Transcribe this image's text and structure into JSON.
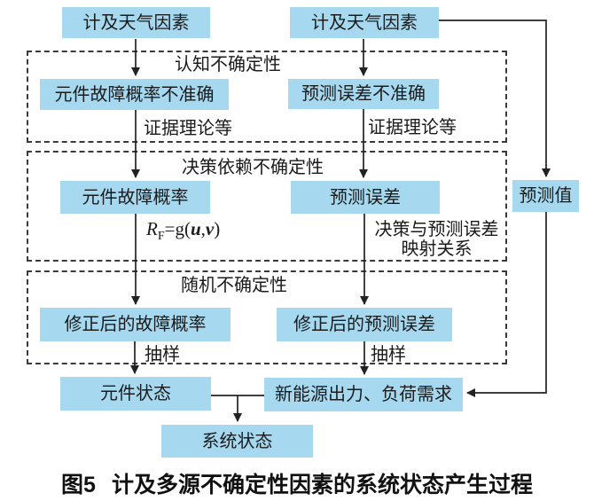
{
  "colors": {
    "box_fill": "#a6d8ef",
    "line": "#222222",
    "dashed_border": "#3a3a3a",
    "text": "#1b1b1b"
  },
  "nodes": {
    "weather_left": "计及天气因素",
    "weather_right": "计及天气因素",
    "fault_prob_inaccurate": "元件故障概率不准确",
    "forecast_error_inaccurate": "预测误差不准确",
    "fault_prob": "元件故障概率",
    "forecast_error": "预测误差",
    "forecast_value": "预测值",
    "corrected_fault_prob": "修正后的故障概率",
    "corrected_forecast_error": "修正后的预测误差",
    "component_state": "元件状态",
    "renewable_load": "新能源出力、负荷需求",
    "system_state": "系统状态"
  },
  "groups": {
    "cognitive": "认知不确定性",
    "decision": "决策依赖不确定性",
    "random": "随机不确定性"
  },
  "edge_labels": {
    "evidence_left": "证据理论等",
    "evidence_right": "证据理论等",
    "formula": {
      "r": "R",
      "sub": "F",
      "eq": "=g(",
      "u": "u",
      "comma": ",",
      "v": "v",
      "close": ")"
    },
    "mapping_line1": "决策与预测误差",
    "mapping_line2": "映射关系",
    "sampling_left": "抽样",
    "sampling_right": "抽样"
  },
  "caption": {
    "fig_label": "图5",
    "title": "计及多源不确定性因素的系统状态产生过程"
  }
}
